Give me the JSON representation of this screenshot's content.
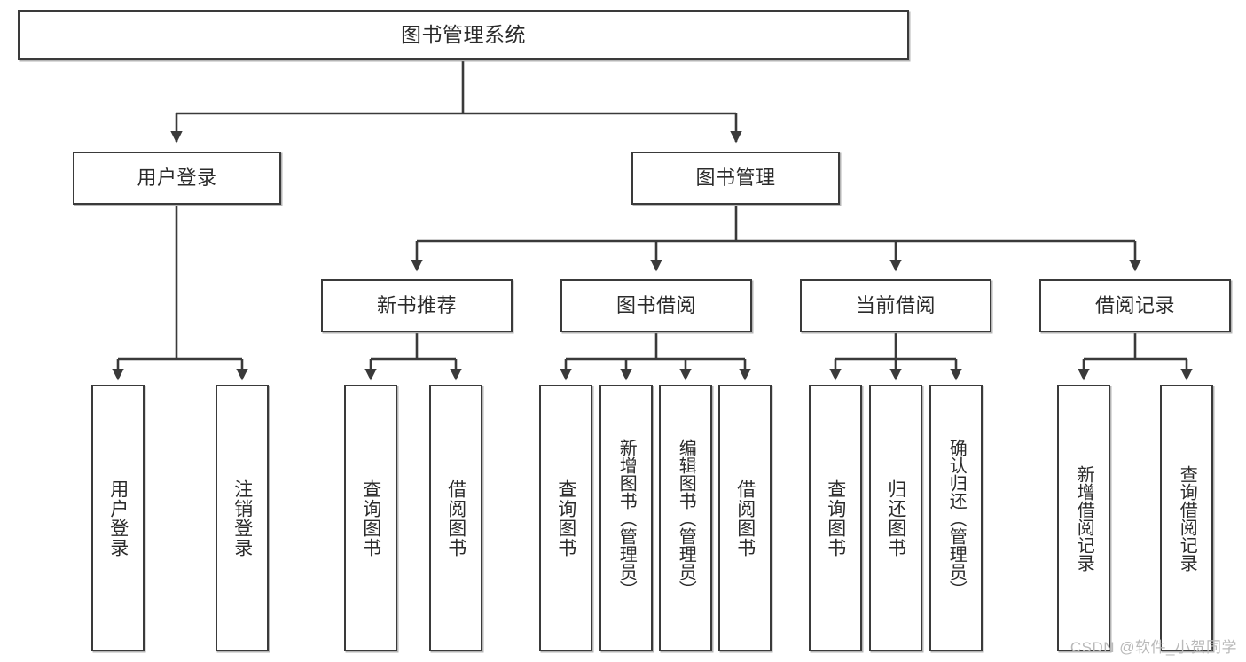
{
  "diagram": {
    "title": "图书管理系统",
    "type": "tree",
    "watermark": "CSDN @软件_小贺同学",
    "colors": {
      "box_border": "#3a3a3a",
      "box_fill": "#ffffff",
      "edge": "#3a3a3a",
      "text": "#2b2b2b",
      "watermark": "#b9b9b9"
    },
    "levels": {
      "root": {
        "label": "图书管理系统"
      },
      "level2": [
        {
          "id": "user-login",
          "label": "用户登录"
        },
        {
          "id": "book-manage",
          "label": "图书管理"
        }
      ],
      "level3": [
        {
          "id": "new-book-recommend",
          "label": "新书推荐",
          "parent": "book-manage"
        },
        {
          "id": "book-borrow",
          "label": "图书借阅",
          "parent": "book-manage"
        },
        {
          "id": "current-borrow",
          "label": "当前借阅",
          "parent": "book-manage"
        },
        {
          "id": "borrow-record",
          "label": "借阅记录",
          "parent": "book-manage"
        }
      ],
      "leaves": {
        "user-login": [
          {
            "id": "leaf-user-login",
            "label": "用户登录"
          },
          {
            "id": "leaf-user-logout",
            "label": "注销登录"
          }
        ],
        "new-book-recommend": [
          {
            "id": "leaf-query-book-1",
            "label": "查询图书"
          },
          {
            "id": "leaf-borrow-book-1",
            "label": "借阅图书"
          }
        ],
        "book-borrow": [
          {
            "id": "leaf-query-book-2",
            "label": "查询图书"
          },
          {
            "id": "leaf-add-book",
            "label": "新增图书（管理员）"
          },
          {
            "id": "leaf-edit-book",
            "label": "编辑图书（管理员）"
          },
          {
            "id": "leaf-borrow-book-2",
            "label": "借阅图书"
          }
        ],
        "current-borrow": [
          {
            "id": "leaf-query-book-3",
            "label": "查询图书"
          },
          {
            "id": "leaf-return-book",
            "label": "归还图书"
          },
          {
            "id": "leaf-confirm-return",
            "label": "确认归还（管理员）"
          }
        ],
        "borrow-record": [
          {
            "id": "leaf-add-record",
            "label": "新增借阅记录"
          },
          {
            "id": "leaf-query-record",
            "label": "查询借阅记录"
          }
        ]
      }
    }
  }
}
